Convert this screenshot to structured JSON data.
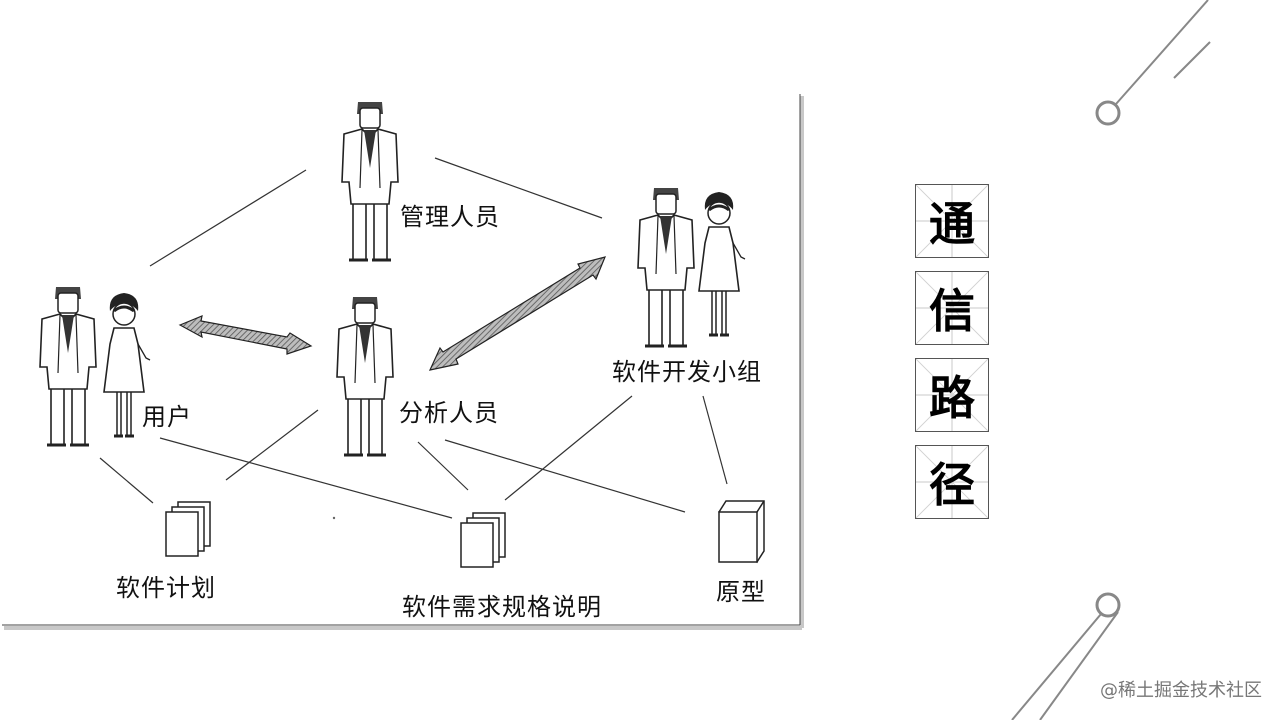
{
  "diagram": {
    "nodes": {
      "manager": "管理人员",
      "user": "用户",
      "analyst": "分析人员",
      "dev_team": "软件开发小组",
      "plan": "软件计划",
      "spec": "软件需求规格说明",
      "prototype": "原型"
    }
  },
  "title": {
    "chars": [
      "通",
      "信",
      "路",
      "径"
    ]
  },
  "watermark": "@稀土掘金技术社区"
}
